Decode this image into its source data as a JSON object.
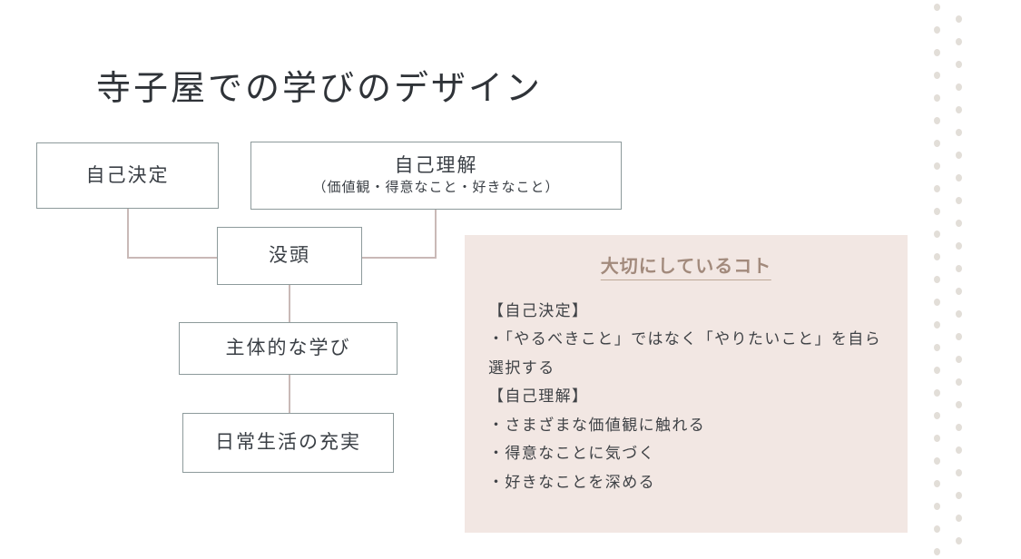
{
  "slide": {
    "title": "寺子屋での学びのデザイン",
    "background_color": "#ffffff"
  },
  "diagram": {
    "box_border_color": "#8d9a9b",
    "connector_color": "#c9b9b7",
    "nodes": [
      {
        "id": "jiko-kettei",
        "label": "自己決定",
        "sublabel": ""
      },
      {
        "id": "jiko-rikai",
        "label": "自己理解",
        "sublabel": "（価値観・得意なこと・好きなこと）"
      },
      {
        "id": "bottou",
        "label": "没頭",
        "sublabel": ""
      },
      {
        "id": "shutaiteki",
        "label": "主体的な学び",
        "sublabel": ""
      },
      {
        "id": "nichijou",
        "label": "日常生活の充実",
        "sublabel": ""
      }
    ]
  },
  "note": {
    "background_color": "#f2e7e3",
    "heading": "大切にしているコト",
    "heading_color": "#a28a7c",
    "lines": [
      "【自己決定】",
      "・「やるべきこと」ではなく「やりたいこと」を自ら選択する",
      "【自己理解】",
      "・さまざまな価値観に触れる",
      "・得意なことに気づく",
      "・好きなことを深める"
    ]
  },
  "decoration": {
    "dot_color": "#e2ded8",
    "columns": 2,
    "dot_spacing": 25
  }
}
